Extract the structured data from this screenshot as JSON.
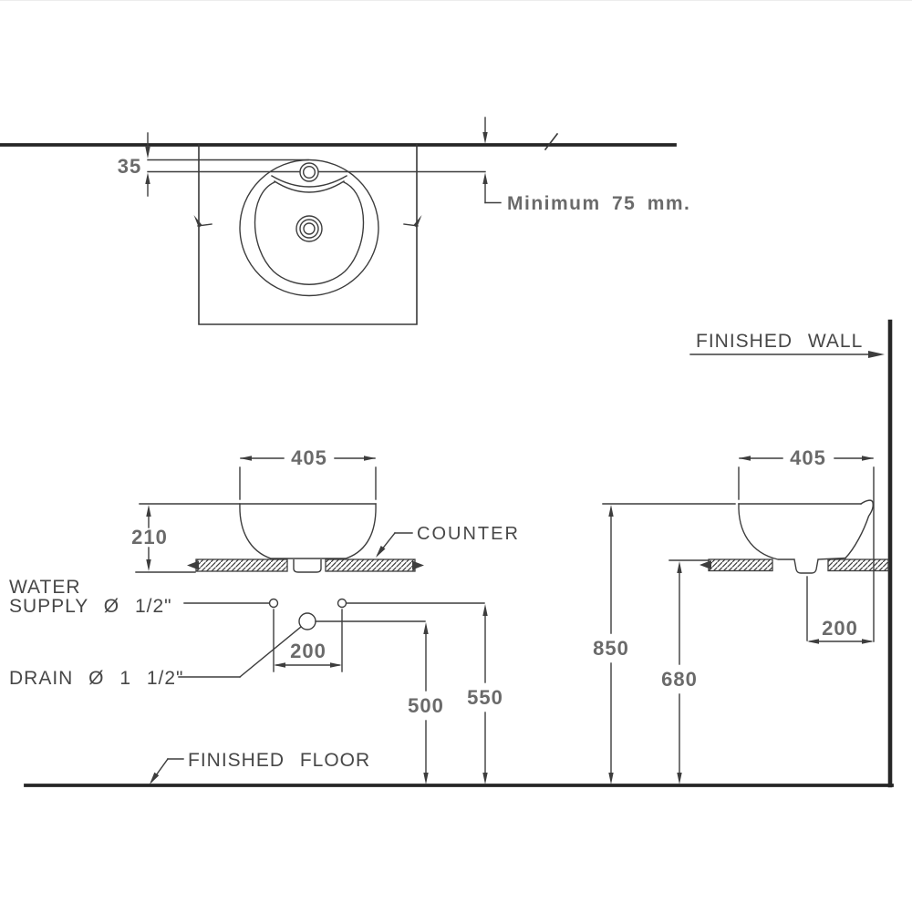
{
  "diagram": {
    "title": "Counter-top basin installation drawing",
    "labels": {
      "finished_wall": "FINISHED WALL",
      "finished_floor": "FINISHED FLOOR",
      "counter": "COUNTER",
      "water_supply_l1": "WATER",
      "water_supply_l2": "SUPPLY Ø 1/2\"",
      "drain": "DRAIN Ø 1 1/2\"",
      "minimum_clearance": "Minimum 75 mm."
    },
    "dimensions": {
      "faucet_hole_offset": "35",
      "front_basin_width": "405",
      "front_basin_height": "210",
      "front_supply_spacing": "200",
      "drain_height_from_floor": "500",
      "supply_height_from_floor": "550",
      "rim_height_from_floor": "850",
      "counter_height_from_floor": "680",
      "side_basin_width": "405",
      "side_drain_wall_offset": "200"
    },
    "colors": {
      "line": "#3d3d3d",
      "heavy_line": "#262626",
      "number_text": "#6a6a6a",
      "label_text": "#474747",
      "background": "#ffffff"
    }
  }
}
